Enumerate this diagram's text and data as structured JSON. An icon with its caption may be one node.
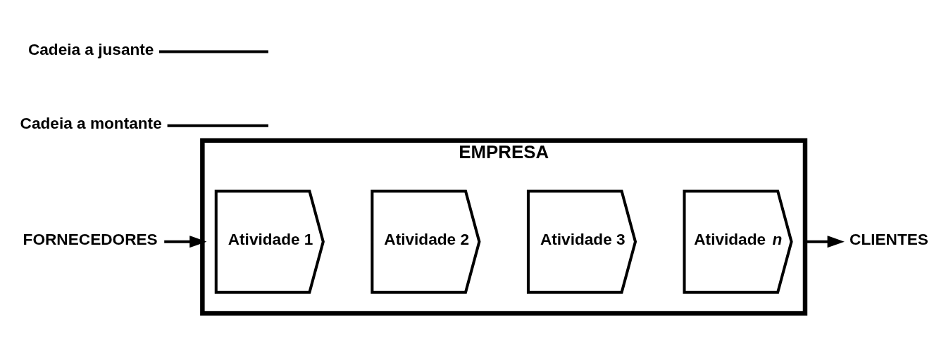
{
  "diagram": {
    "nodes": [
      {
        "text": [
          "FORNECEDORES"
        ]
      },
      {
        "text": [
          "EMPRESA"
        ]
      },
      {
        "text": [
          "Atividade 1"
        ],
        "in": 1
      },
      {
        "text": [
          "Atividade 2"
        ],
        "in": 1
      },
      {
        "text": [
          "Atividade 3"
        ],
        "in": 1
      },
      {
        "text": [
          "Atividade *n*"
        ],
        "in": 1
      },
      {
        "text": [
          "CLIENTES"
        ]
      },
      {
        "text": [
          "Cadeia a montante"
        ]
      },
      {
        "text": [
          "Cadeia a jusante"
        ]
      }
    ],
    "edges": [
      {
        "from": 0,
        "to": 1,
        "arrow": "to"
      },
      {
        "from": 1,
        "to": 6,
        "arrow": "to"
      },
      {
        "from": 7,
        "to": null,
        "arrow": "none"
      },
      {
        "from": 8,
        "to": null,
        "arrow": "none"
      }
    ]
  }
}
